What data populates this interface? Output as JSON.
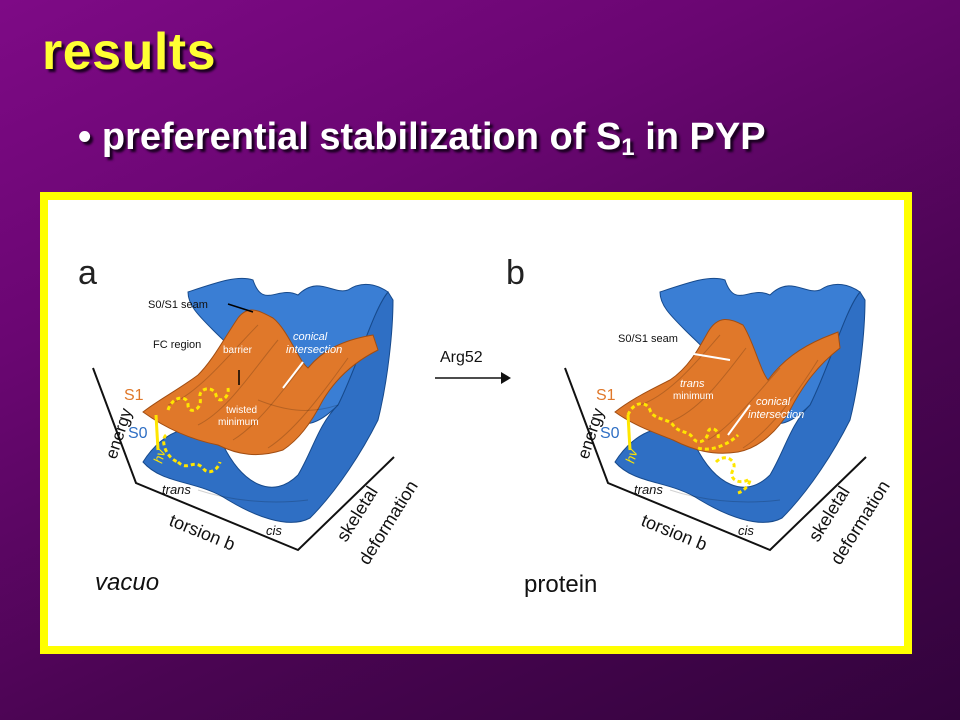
{
  "slide": {
    "title": "results",
    "bullet_mark": "•",
    "bullet_text": "preferential stabilization of S",
    "bullet_sub": "1",
    "bullet_tail": " in PYP"
  },
  "figure": {
    "arrow_label": "Arg52",
    "panel_a": {
      "letter": "a",
      "caption": "vacuo",
      "labels": {
        "seam": "S0/S1 seam",
        "fc_region": "FC region",
        "barrier": "barrier",
        "conical_1": "conical",
        "conical_2": "intersection",
        "twisted_1": "twisted",
        "twisted_2": "minimum",
        "s1": "S1",
        "s0": "S0",
        "hv": "hv",
        "energy": "energy",
        "trans": "trans",
        "cis": "cis",
        "torsion": "torsion b",
        "skeletal_1": "skeletal",
        "skeletal_2": "deformation"
      }
    },
    "panel_b": {
      "letter": "b",
      "caption": "protein",
      "labels": {
        "seam": "S0/S1 seam",
        "trans_min_1": "trans",
        "trans_min_2": "minimum",
        "conical_1": "conical",
        "conical_2": "intersection",
        "s1": "S1",
        "s0": "S0",
        "hv": "hv",
        "energy": "energy",
        "trans": "trans",
        "cis": "cis",
        "torsion": "torsion b",
        "skeletal_1": "skeletal",
        "skeletal_2": "deformation"
      }
    },
    "colors": {
      "s0_surface": "#2f6fc4",
      "s1_surface": "#e0782a",
      "path": "#ffe600",
      "s1_label": "#e0782a",
      "s0_label": "#2f6fc4",
      "frame": "#ffff00"
    }
  }
}
